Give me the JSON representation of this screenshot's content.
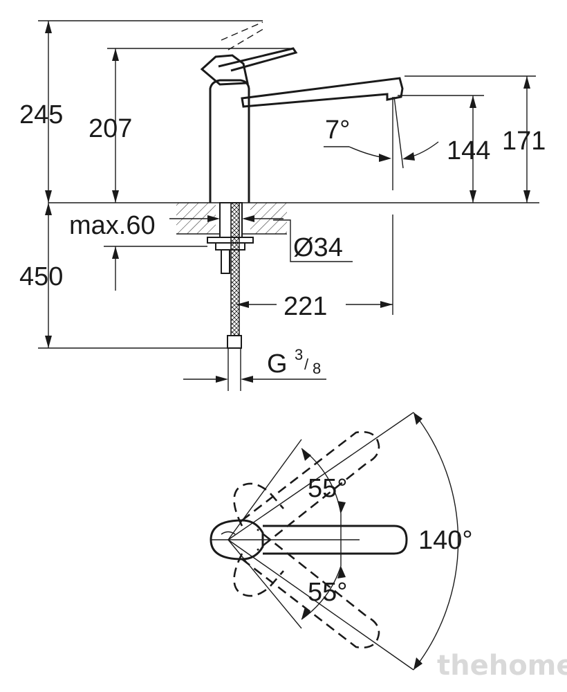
{
  "side_view": {
    "height_total": "245",
    "height_lever": "207",
    "spout_height_outer": "171",
    "spout_height_inner": "144",
    "spout_angle": "7°",
    "deck_thickness": "max.60",
    "hole_diameter": "Ø34",
    "hose_length": "450",
    "spout_reach": "221",
    "connection_thread": "G",
    "connection_fraction_num": "3",
    "connection_fraction_den": "8"
  },
  "top_view": {
    "lever_angle_upper": "55°",
    "lever_angle_lower": "55°",
    "spout_swivel": "140°"
  },
  "watermark": "thehome"
}
